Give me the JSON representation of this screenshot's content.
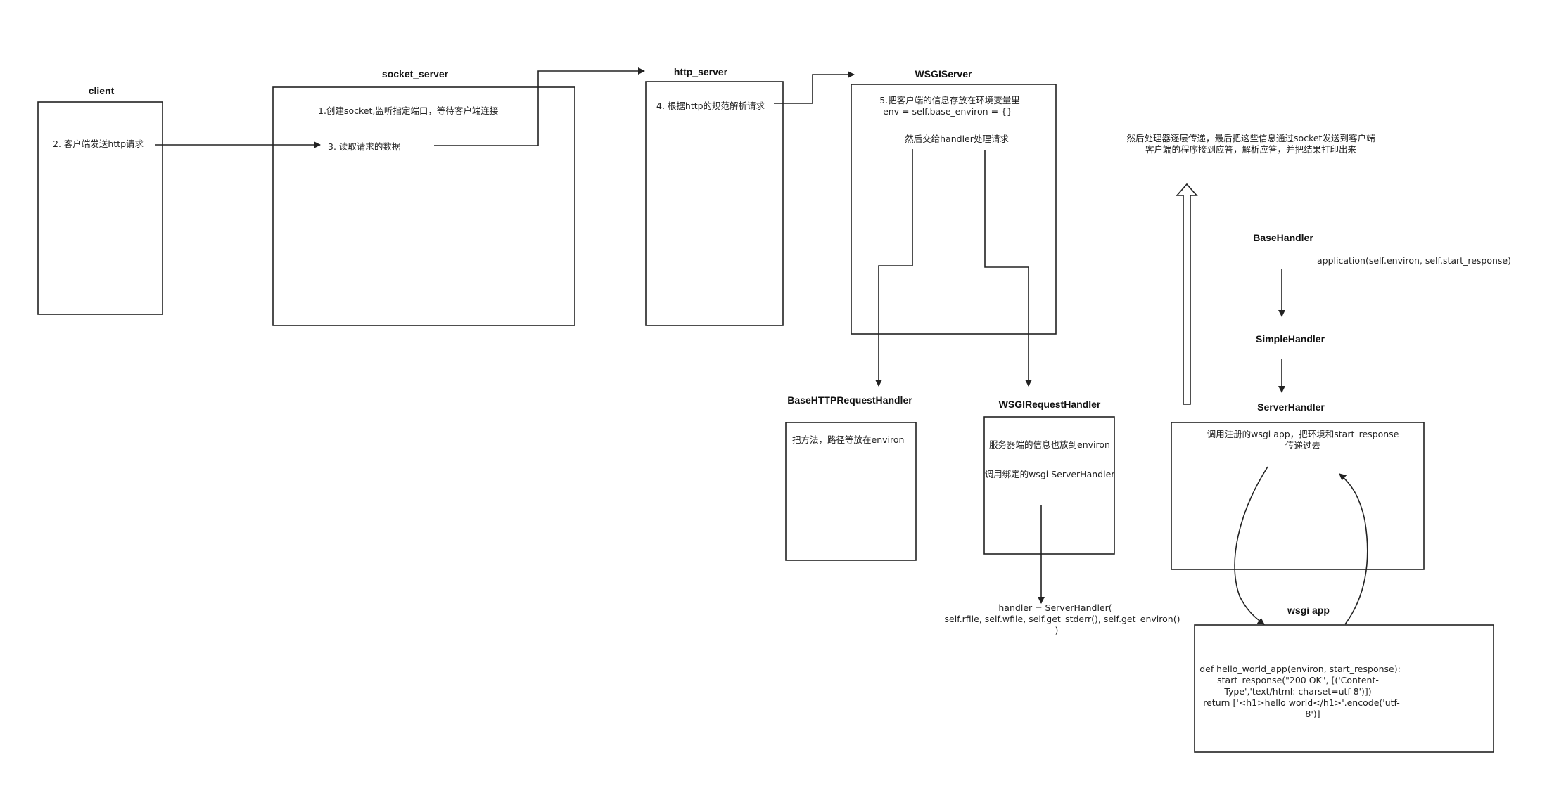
{
  "titles": {
    "client": "client",
    "socket_server": "socket_server",
    "http_server": "http_server",
    "wsgi_server": "WSGIServer",
    "base_http_request_handler": "BaseHTTPRequestHandler",
    "wsgi_request_handler": "WSGIRequestHandler",
    "base_handler": "BaseHandler",
    "simple_handler": "SimpleHandler",
    "server_handler": "ServerHandler",
    "wsgi_app": "wsgi app"
  },
  "notes": {
    "client_send": "2.  客户端发送http请求",
    "socket_create": "1.创建socket,监听指定端口，等待客户端连接",
    "socket_read": "3. 读取请求的数据",
    "http_parse": "4. 根据http的规范解析请求",
    "wsgi_env_1": "5.把客户端的信息存放在环境变量里",
    "wsgi_env_2": "env = self.base_environ = {}",
    "wsgi_dispatch": "然后交给handler处理请求",
    "base_http_note": "把方法，路径等放在environ",
    "wsgi_req_note_1": "服务器端的信息也放到environ",
    "wsgi_req_note_2": "调用绑定的wsgi ServerHandler",
    "handler_code_1": "handler = ServerHandler(",
    "handler_code_2": "self.rfile, self.wfile, self.get_stderr(), self.get_environ()",
    "handler_code_3": ")",
    "response_note_1": "然后处理器逐层传递，最后把这些信息通过socket发送到客户端",
    "response_note_2": "客户端的程序接到应答，解析应答，并把结果打印出来",
    "application_call": "application(self.environ, self.start_response)",
    "server_handler_note_1": "调用注册的wsgi app，把环境和start_response",
    "server_handler_note_2": "传递过去",
    "app_code_1": "def hello_world_app(environ, start_response):",
    "app_code_2": "start_response(\"200 OK\", [('Content-",
    "app_code_3": "Type','text/html: charset=utf-8')])",
    "app_code_4": "return ['<h1>hello world</h1>'.encode('utf-",
    "app_code_5": "8')]"
  }
}
